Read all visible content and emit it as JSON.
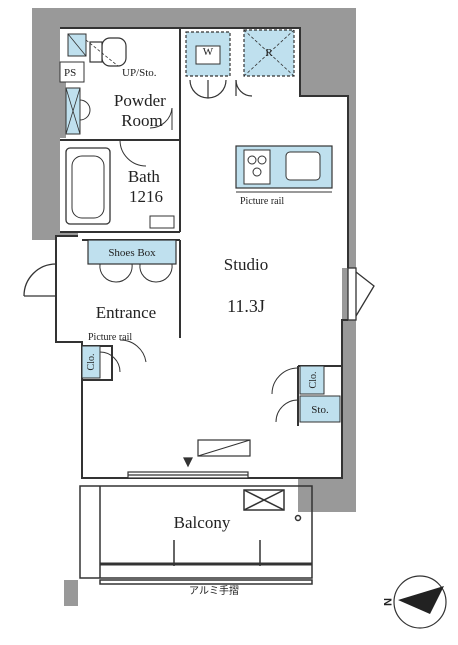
{
  "colors": {
    "wall": "#8c8c8c",
    "structure": "#999999",
    "fixture_blue": "#bfe0ee",
    "line": "#333333",
    "background": "#ffffff"
  },
  "rooms": {
    "powder_room": "Powder\nRoom",
    "bath": "Bath\n1216",
    "studio": "Studio",
    "studio_area": "11.3J",
    "entrance": "Entrance",
    "balcony": "Balcony"
  },
  "labels": {
    "ps": "PS",
    "up_sto": "UP/Sto.",
    "washer": "W",
    "fridge": "R",
    "picture_rail_kitchen": "Picture rail",
    "picture_rail_entrance": "Picture rail",
    "shoes_box": "Shoes Box",
    "clo_entrance": "Clo.",
    "clo_studio": "Clo.",
    "sto_studio": "Sto.",
    "handrail": "アルミ手摺"
  },
  "compass": {
    "letter": "N",
    "icon": "north-arrow-icon"
  }
}
